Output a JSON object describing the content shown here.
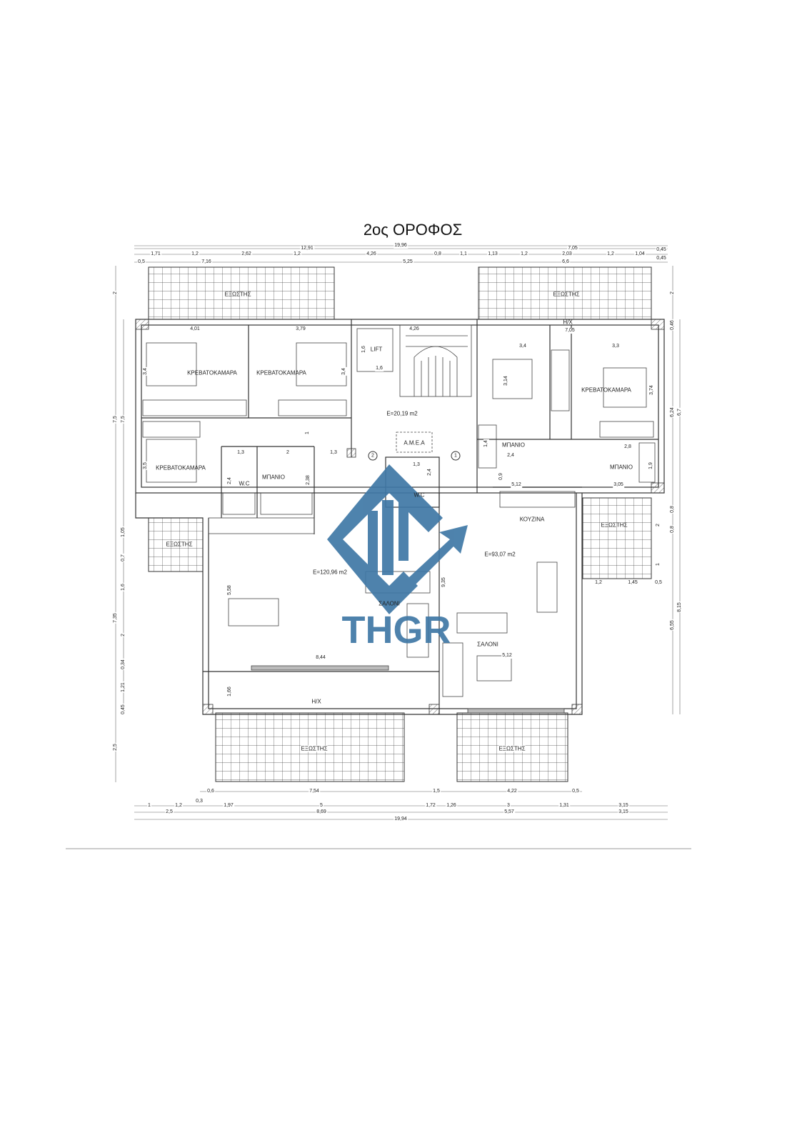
{
  "title": "2ος ΟΡΟΦΟΣ",
  "watermark": {
    "text": "THGR",
    "color": "#3f78a6"
  },
  "dims": {
    "top": [
      "19,96",
      "12,91",
      "7,05",
      "1,71",
      "1,2",
      "2,62",
      "1,2",
      "4,26",
      "0,8",
      "1,1",
      "1,13",
      "1,2",
      "2,03",
      "1,2",
      "1,04",
      "0,45",
      "0,5",
      "7,16",
      "5,25",
      "6,6",
      "0,45"
    ],
    "bottom": [
      "0,6",
      "7,54",
      "1,5",
      "4,22",
      "0,5",
      "1",
      "1,2",
      "0,3",
      "1,97",
      "5",
      "1,72",
      "1,26",
      "3",
      "1,31",
      "3,15",
      "2,5",
      "8,69",
      "5,57",
      "3,15",
      "19,94"
    ],
    "left": [
      "2",
      "7,5",
      "7,35",
      "2,5",
      "7,5",
      "1,05",
      "0,7",
      "1,6",
      "2",
      "0,34",
      "1,21",
      "0,45"
    ],
    "right": [
      "2",
      "0,46",
      "6,24",
      "6,7",
      "0,8",
      "0,8",
      "8,15",
      "6,55",
      "2",
      "1",
      "1,2",
      "1,45",
      "0,5"
    ],
    "inner": [
      "4,01",
      "3,79",
      "4,26",
      "3,4",
      "3,3",
      "7,05",
      "1,6",
      "1,6",
      "3,4",
      "3,4",
      "3,14",
      "3,74",
      "1,3",
      "2",
      "1,3",
      "2,4",
      "2,38",
      "3,5",
      "1,4",
      "2,4",
      "2,8",
      "1,9",
      "5,12",
      "3,05",
      "0,9",
      "1,3",
      "2,4",
      "5,58",
      "9,35",
      "8,44",
      "5,12",
      "1,66",
      "1"
    ]
  },
  "rooms": {
    "balcony": "ΕΞΩΣΤΗΣ",
    "bedroom": "ΚΡΕΒΑΤΟΚΑΜΑΡΑ",
    "lift": "LIFT",
    "core_area": "E=20,19 m2",
    "amea": "Α.Μ.Ε.Α",
    "bathroom": "ΜΠΑΝΙΟ",
    "wc": "W.C",
    "kitchen": "ΚΟΥΖΙΝΑ",
    "left_area": "E=120,96 m2",
    "right_area": "E=93,07 m2",
    "living": "ΣΑΛΟΝΙ",
    "hx": "H/X",
    "entrance_1": "1",
    "entrance_2": "2"
  }
}
